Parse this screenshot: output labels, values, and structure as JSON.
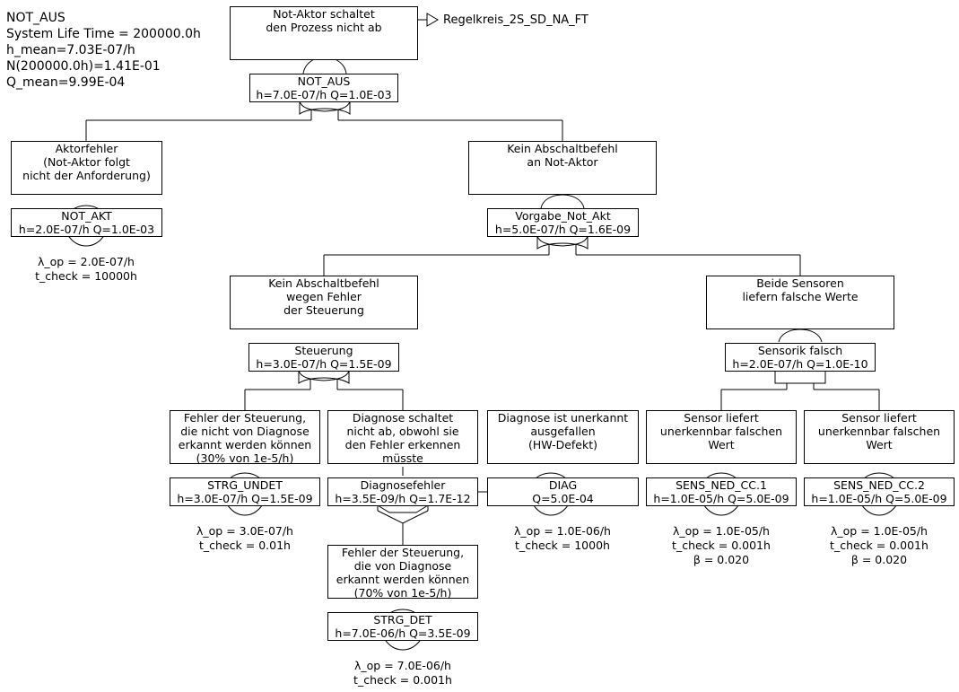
{
  "info": {
    "name": "NOT_AUS",
    "life_time": "System Life Time = 200000.0h",
    "h_mean": "h_mean=7.03E-07/h",
    "n_value": "N(200000.0h)=1.41E-01",
    "q_mean": "Q_mean=9.99E-04"
  },
  "transfer_out_label": "Regelkreis_2S_SD_NA_FT",
  "events": {
    "top": [
      "Not-Aktor schaltet",
      "den Prozess nicht ab"
    ],
    "aktorfehler": [
      "Aktorfehler",
      "(Not-Aktor folgt",
      "nicht der Anforderung)"
    ],
    "kein_abschalt": [
      "Kein Abschaltbefehl",
      "an Not-Aktor"
    ],
    "kein_abschalt_steuerung": [
      "Kein Abschaltbefehl",
      "wegen Fehler",
      "der Steuerung"
    ],
    "beide_sensoren": [
      "Beide Sensoren",
      "liefern falsche Werte"
    ],
    "fehler_undet": [
      "Fehler der Steuerung,",
      "die nicht von Diagnose",
      "erkannt werden können",
      "(30% von 1e-5/h)"
    ],
    "diagnose_schaltet": [
      "Diagnose schaltet",
      "nicht ab, obwohl sie",
      "den Fehler erkennen",
      "müsste"
    ],
    "diagnose_unerkannt": [
      "Diagnose ist unerkannt",
      "ausgefallen",
      "(HW-Defekt)"
    ],
    "sensor1": [
      "Sensor liefert",
      "unerkennbar falschen",
      "Wert"
    ],
    "sensor2": [
      "Sensor liefert",
      "unerkennbar falschen",
      "Wert"
    ],
    "fehler_det": [
      "Fehler der Steuerung,",
      "die von Diagnose",
      "erkannt werden können",
      "(70% von 1e-5/h)"
    ]
  },
  "gates": {
    "not_aus": {
      "name": "NOT_AUS",
      "values": "h=7.0E-07/h Q=1.0E-03"
    },
    "not_akt": {
      "name": "NOT_AKT",
      "values": "h=2.0E-07/h Q=1.0E-03"
    },
    "vorgabe": {
      "name": "Vorgabe_Not_Akt",
      "values": "h=5.0E-07/h Q=1.6E-09"
    },
    "steuerung": {
      "name": "Steuerung",
      "values": "h=3.0E-07/h Q=1.5E-09"
    },
    "sensorik": {
      "name": "Sensorik falsch",
      "values": "h=2.0E-07/h Q=1.0E-10"
    },
    "strg_undet": {
      "name": "STRG_UNDET",
      "values": "h=3.0E-07/h Q=1.5E-09"
    },
    "diagnosefehler": {
      "name": "Diagnosefehler",
      "values": "h=3.5E-09/h Q=1.7E-12"
    },
    "diag": {
      "name": "DIAG",
      "values": "Q=5.0E-04"
    },
    "sens1": {
      "name": "SENS_NED_CC.1",
      "values": "h=1.0E-05/h Q=5.0E-09"
    },
    "sens2": {
      "name": "SENS_NED_CC.2",
      "values": "h=1.0E-05/h Q=5.0E-09"
    },
    "strg_det": {
      "name": "STRG_DET",
      "values": "h=7.0E-06/h Q=3.5E-09"
    }
  },
  "params": {
    "not_akt": [
      "λ_op = 2.0E-07/h",
      "t_check = 10000h"
    ],
    "strg_undet": [
      "λ_op = 3.0E-07/h",
      "t_check = 0.01h"
    ],
    "diag": [
      "λ_op = 1.0E-06/h",
      "t_check = 1000h"
    ],
    "sens1": [
      "λ_op = 1.0E-05/h",
      "t_check = 0.001h",
      "β = 0.020"
    ],
    "sens2": [
      "λ_op = 1.0E-05/h",
      "t_check = 0.001h",
      "β = 0.020"
    ],
    "strg_det": [
      "λ_op = 7.0E-06/h",
      "t_check = 0.001h"
    ]
  }
}
